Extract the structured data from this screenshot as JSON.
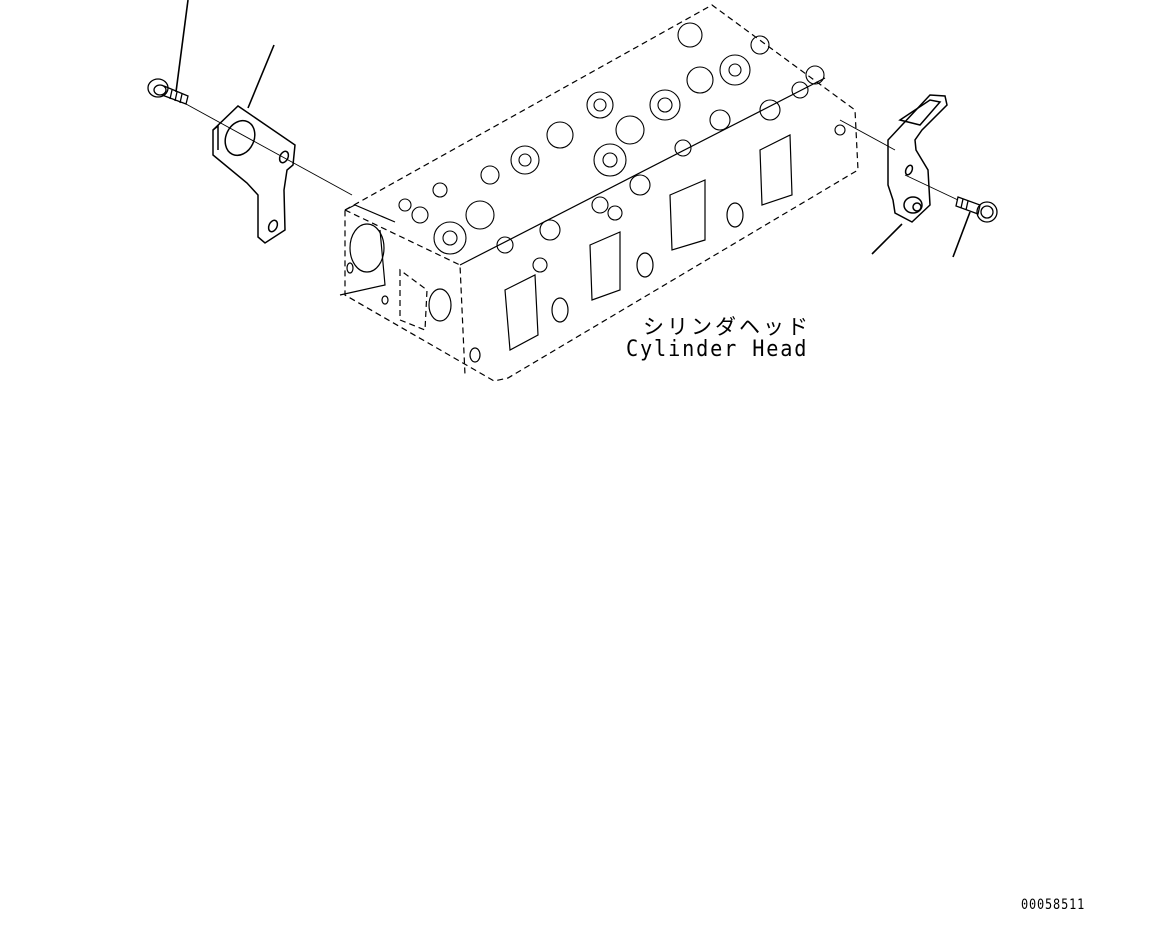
{
  "diagram": {
    "type": "exploded parts view",
    "main_part": {
      "label_jp": "シリンダヘッド",
      "label_en": "Cylinder Head"
    },
    "parts": [
      {
        "name": "bolt-left",
        "description": "flange bolt"
      },
      {
        "name": "bracket-left",
        "description": "lifting bracket"
      },
      {
        "name": "bracket-right",
        "description": "lifting bracket with boss"
      },
      {
        "name": "bolt-right",
        "description": "flange bolt"
      }
    ],
    "drawing_number": "00058511",
    "colors": {
      "line": "#000000",
      "background": "#ffffff"
    }
  }
}
